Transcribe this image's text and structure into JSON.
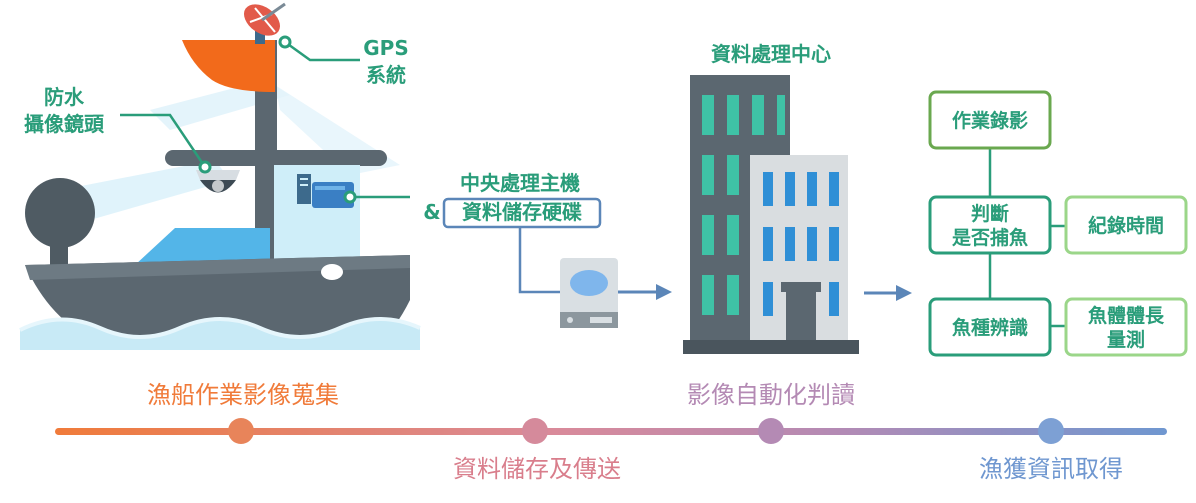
{
  "labels": {
    "gps_line1": "GPS",
    "gps_line2": "系統",
    "camera_line1": "防水",
    "camera_line2": "攝像鏡頭",
    "cpu_line1": "中央處理主機",
    "cpu_line2_prefix": "&",
    "cpu_line2_boxed": "資料儲存硬碟",
    "data_center": "資料處理中心"
  },
  "results": {
    "work_recording": "作業錄影",
    "judge_line1": "判斷",
    "judge_line2": "是否捕魚",
    "record_time": "紀錄時間",
    "species": "魚種辨識",
    "measure_line1": "魚體體長",
    "measure_line2": "量測"
  },
  "timeline": {
    "stage1": "漁船作業影像蒐集",
    "stage2": "資料儲存及傳送",
    "stage3": "影像自動化判讀",
    "stage4": "漁獲資訊取得"
  },
  "colors": {
    "green_dark": "#2a9d7a",
    "green_light": "#9bd689",
    "blue_line": "#5b86b8",
    "hull": "#5b6770",
    "sea": "#c8eaf6",
    "stage1": "#f07b3a",
    "stage2": "#d97e8c",
    "stage3": "#b48ab4",
    "stage4": "#6f97d0"
  }
}
